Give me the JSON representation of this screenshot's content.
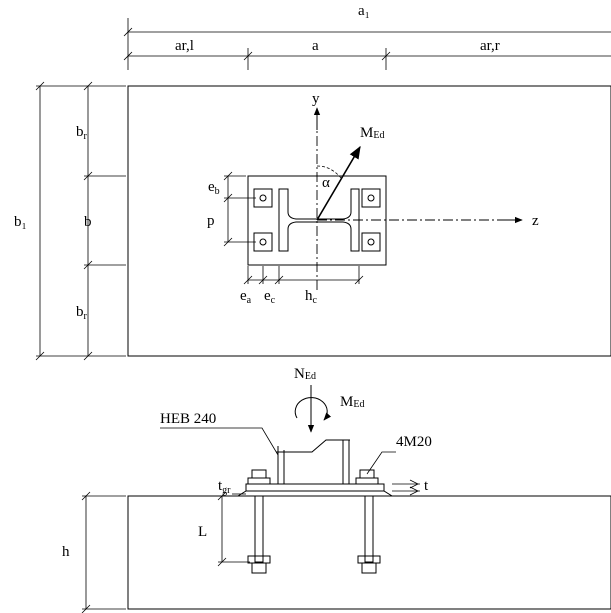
{
  "top_view": {
    "dims": {
      "a1": "a₁",
      "ar_l": "ar,l",
      "a": "a",
      "ar_r": "ar,r",
      "b1": "b₁",
      "br_top": "b",
      "br_top_sub": "r",
      "b": "b",
      "br_bottom": "b",
      "br_bottom_sub": "r",
      "eb": "e",
      "eb_sub": "b",
      "p": "p",
      "ea": "e",
      "ea_sub": "a",
      "ec": "e",
      "ec_sub": "c",
      "hc": "h",
      "hc_sub": "c"
    },
    "axes": {
      "y": "y",
      "z": "z",
      "alpha": "α"
    },
    "moment": {
      "main": "M",
      "sub": "Ed"
    }
  },
  "side_view": {
    "axial": {
      "main": "N",
      "sub": "Ed"
    },
    "moment": {
      "main": "M",
      "sub": "Ed"
    },
    "column": "HEB 240",
    "bolts": "4M20",
    "tgr": "t",
    "tgr_sub": "gr",
    "t": "t",
    "L": "L",
    "h": "h"
  }
}
